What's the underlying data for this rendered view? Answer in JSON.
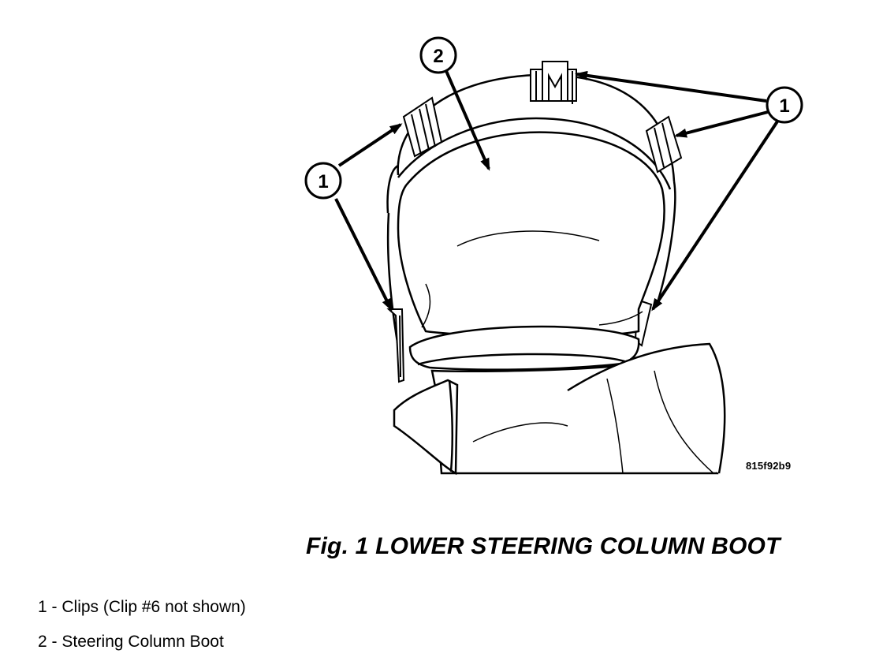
{
  "figure": {
    "code": "815f92b9",
    "caption": "Fig. 1 LOWER STEERING COLUMN BOOT"
  },
  "callouts": [
    {
      "number": "1"
    },
    {
      "number": "2"
    },
    {
      "number": "1"
    }
  ],
  "legend": [
    {
      "number": "1",
      "separator": " - ",
      "text": "Clips (Clip #6 not shown)"
    },
    {
      "number": "2",
      "separator": " - ",
      "text": "Steering Column Boot"
    }
  ]
}
